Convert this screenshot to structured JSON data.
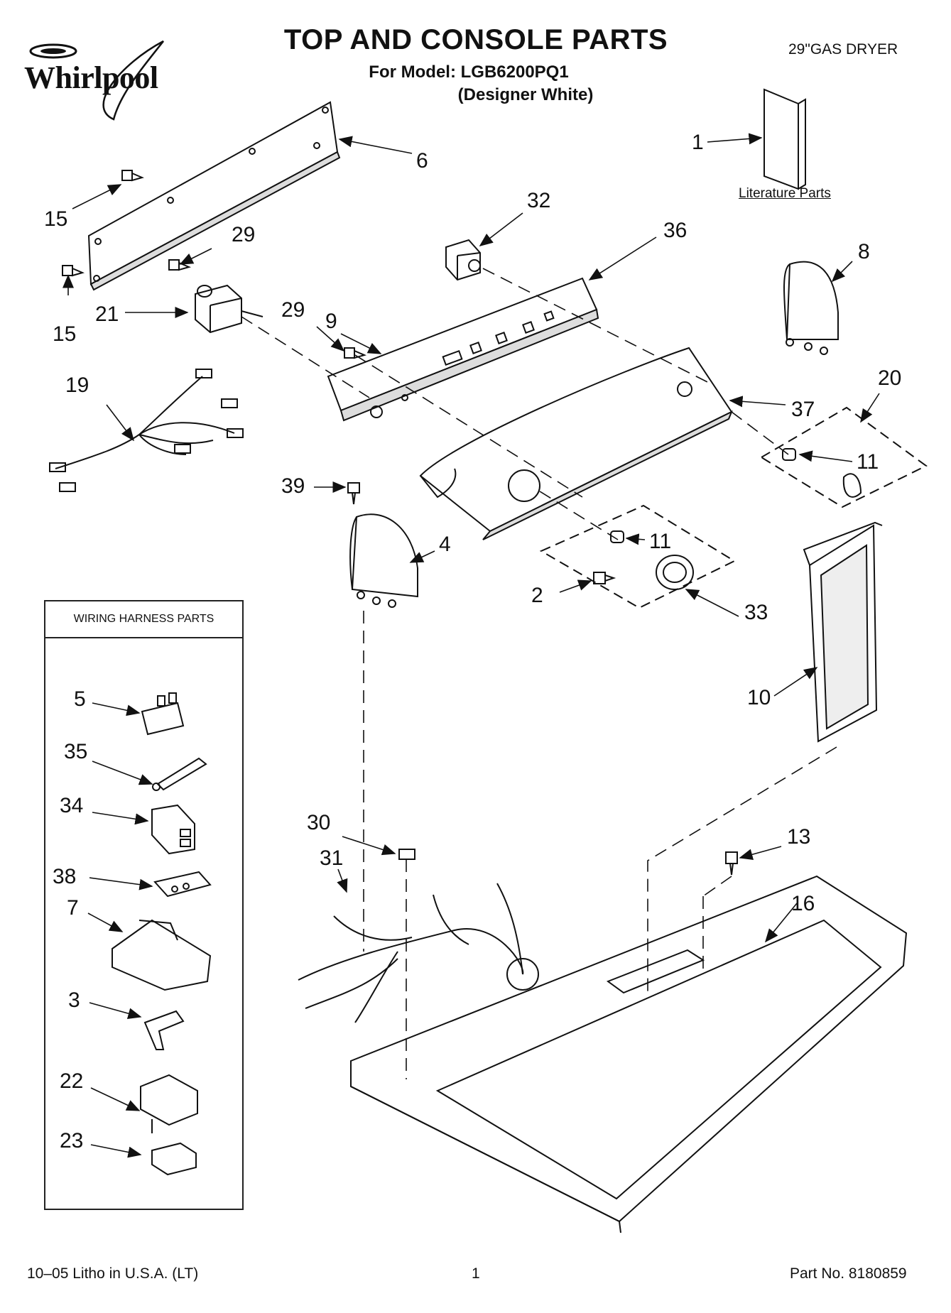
{
  "header": {
    "title": "TOP AND CONSOLE PARTS",
    "model_line": "For Model: LGB6200PQ1",
    "color_line": "(Designer White)",
    "product": "29\"GAS DRYER"
  },
  "brand": {
    "name": "Whirlpool"
  },
  "labels": {
    "literature_parts": "Literature Parts",
    "wiring_harness_parts": "WIRING HARNESS PARTS"
  },
  "callouts": {
    "c1": "1",
    "c2": "2",
    "c3": "3",
    "c4": "4",
    "c5": "5",
    "c6": "6",
    "c7": "7",
    "c8": "8",
    "c9": "9",
    "c10": "10",
    "c11a": "11",
    "c11b": "11",
    "c13": "13",
    "c15a": "15",
    "c15b": "15",
    "c16": "16",
    "c19": "19",
    "c20": "20",
    "c21": "21",
    "c22": "22",
    "c23": "23",
    "c29a": "29",
    "c29b": "29",
    "c30": "30",
    "c31": "31",
    "c32": "32",
    "c33": "33",
    "c34": "34",
    "c35": "35",
    "c36": "36",
    "c37": "37",
    "c38": "38",
    "c39": "39"
  },
  "footer": {
    "litho": "10–05 Litho in U.S.A. (LT)",
    "page": "1",
    "part_no": "Part No. 8180859"
  }
}
